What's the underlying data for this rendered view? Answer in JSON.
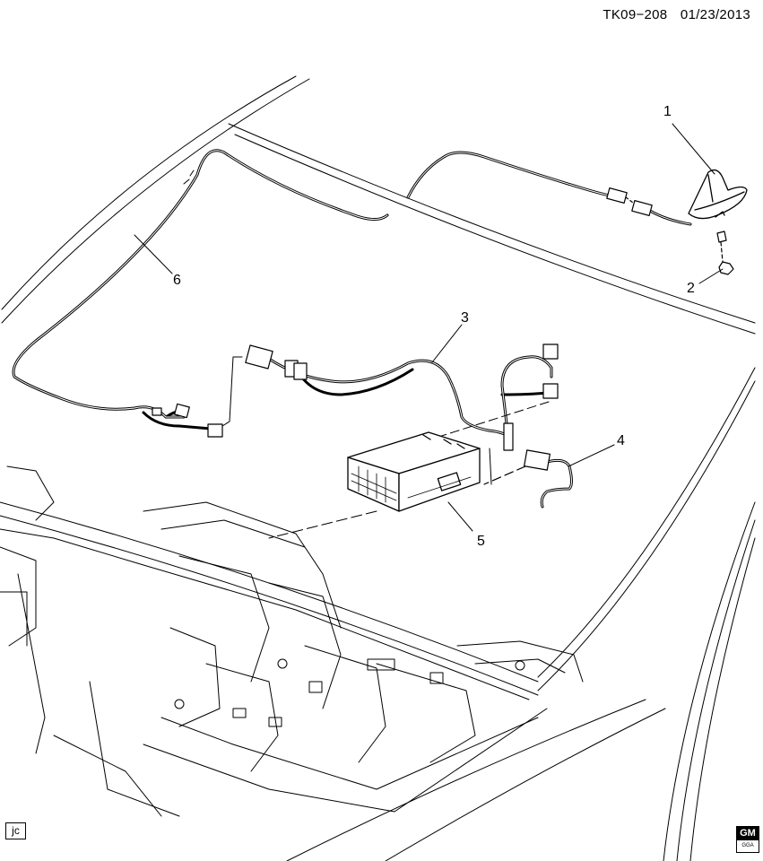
{
  "header": {
    "code": "TK09−208",
    "date": "01/23/2013"
  },
  "callouts": [
    {
      "id": "1",
      "label": "1"
    },
    {
      "id": "2",
      "label": "2"
    },
    {
      "id": "3",
      "label": "3"
    },
    {
      "id": "4",
      "label": "4"
    },
    {
      "id": "5",
      "label": "5"
    },
    {
      "id": "6",
      "label": "6"
    }
  ],
  "footer": {
    "artist_initials": "jc",
    "logo_text": "GM",
    "logo_subtext": "GGA"
  },
  "colors": {
    "line": "#000000",
    "background": "#ffffff"
  }
}
